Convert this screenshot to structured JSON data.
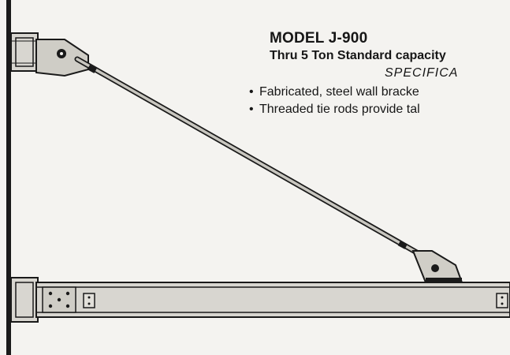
{
  "product": {
    "model": "MODEL J-900",
    "capacity": "Thru 5 Ton Standard capacity",
    "spec_heading": "SPECIFICA",
    "features": [
      "Fabricated, steel wall bracke",
      "Threaded tie rods provide tal"
    ],
    "bullet": "•"
  },
  "colors": {
    "steel_fill": "#d8d6d0",
    "line": "#1a1a1a",
    "paper": "#f4f3f0"
  }
}
